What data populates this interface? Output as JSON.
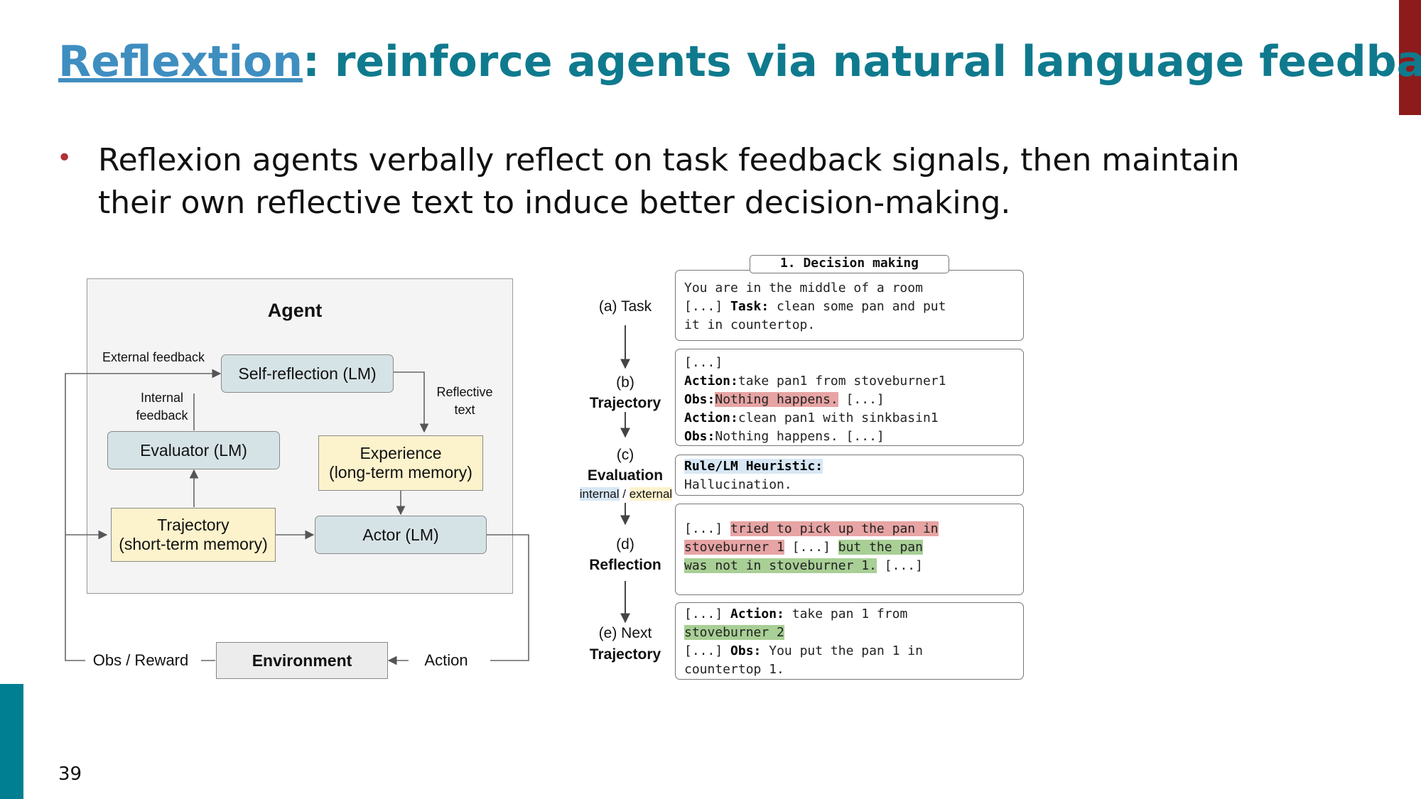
{
  "slide": {
    "title_link": "Reflextion",
    "title_rest": ": reinforce agents via natural language feedback",
    "bullet": "•",
    "body": "Reflexion agents verbally reflect on task feedback signals, then maintain their own reflective text to induce better decision-making.",
    "page_number": "39",
    "colors": {
      "title": "#0f7a8e",
      "link": "#3f8ec0",
      "accent_red": "#8e1b1b",
      "accent_teal": "#007f93"
    }
  },
  "diagram_left": {
    "agent_label": "Agent",
    "self_reflection": "Self-reflection (LM)",
    "evaluator": "Evaluator (LM)",
    "experience_1": "Experience",
    "experience_2": "(long-term memory)",
    "trajectory_1": "Trajectory",
    "trajectory_2": "(short-term memory)",
    "actor": "Actor (LM)",
    "environment": "Environment",
    "external_feedback": "External feedback",
    "internal_feedback_1": "Internal",
    "internal_feedback_2": "feedback",
    "reflective_text_1": "Reflective",
    "reflective_text_2": "text",
    "obs_reward": "Obs / Reward",
    "action": "Action"
  },
  "diagram_right": {
    "header": "1. Decision making",
    "stages": {
      "a": "(a) Task",
      "b1": "(b)",
      "b2": "Trajectory",
      "c1": "(c)",
      "c2": "Evaluation",
      "c3a": "internal",
      "c3b": " / ",
      "c3c": "external",
      "d1": "(d)",
      "d2": "Reflection",
      "e1": "(e) Next",
      "e2": "Trajectory"
    },
    "task": {
      "l1": "You are in the middle of a room",
      "l2a": "[...] ",
      "l2b": "Task:",
      "l2c": " clean some pan and put",
      "l3": "it in countertop."
    },
    "trajectory": {
      "l1": "[...]",
      "l2a": "Action:",
      "l2b": "take pan1 from stoveburner1",
      "l3a": "Obs:",
      "l3b": "Nothing happens.",
      "l3c": " [...]",
      "l4a": "Action:",
      "l4b": "clean pan1 with sinkbasin1",
      "l5a": "Obs:",
      "l5b": "Nothing happens. [...]"
    },
    "evaluation": {
      "l1": "Rule/LM Heuristic:",
      "l2": "Hallucination."
    },
    "reflection": {
      "l1a": "[...] ",
      "l1b": "tried to pick up the pan in",
      "l2a": "stoveburner 1",
      "l2b": " [...] ",
      "l2c": "but the pan",
      "l3a": "was not in stoveburner 1.",
      "l3b": " [...]"
    },
    "next": {
      "l1a": "[...] ",
      "l1b": "Action:",
      "l1c": " take pan 1 from",
      "l2": "stoveburner 2",
      "l3a": "[...] ",
      "l3b": "Obs:",
      "l3c": " You put the pan 1 in",
      "l4": "countertop 1."
    }
  }
}
